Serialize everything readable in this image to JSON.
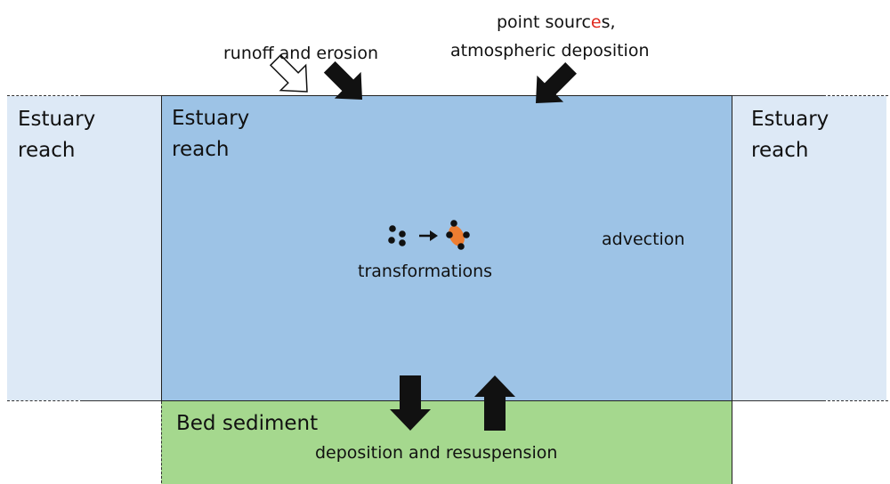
{
  "reaches": {
    "left": {
      "line1": "Estuary",
      "line2": "reach"
    },
    "center": {
      "line1": "Estuary",
      "line2": "reach"
    },
    "right": {
      "line1": "Estuary",
      "line2": "reach"
    }
  },
  "sediment": {
    "label": "Bed sediment"
  },
  "processes": {
    "runoff": "runoff and erosion",
    "point_sources_a": "point sourc",
    "point_sources_b": "e",
    "point_sources_c": "s,",
    "atmospheric": "atmospheric deposition",
    "advection": "advection",
    "transformations": "transformations",
    "deposition": "deposition and resuspension"
  },
  "colors": {
    "center_water": "#9dc3e6",
    "side_water": "#dde9f6",
    "sediment": "#a5d88e",
    "highlight_letter": "#e0281e",
    "particle": "#ed7d31",
    "arrow": "#111111"
  }
}
